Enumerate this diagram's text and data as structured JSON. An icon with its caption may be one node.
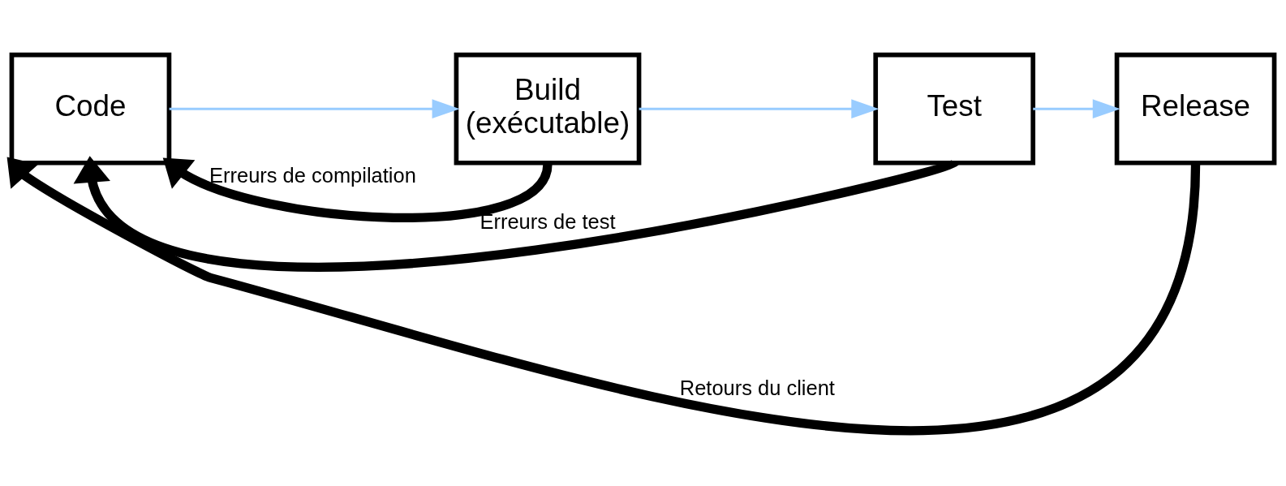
{
  "diagram": {
    "nodes": [
      {
        "text": [
          "Code"
        ]
      },
      {
        "text": [
          "Build",
          "(exécutable)"
        ]
      },
      {
        "text": [
          "Test"
        ]
      },
      {
        "text": [
          "Release"
        ]
      }
    ],
    "edges": [
      {
        "from": 0,
        "to": 1,
        "arrow": "to",
        "color": "#99ccff"
      },
      {
        "from": 1,
        "to": 2,
        "arrow": "to",
        "color": "#99ccff"
      },
      {
        "from": 2,
        "to": 3,
        "arrow": "to",
        "color": "#99ccff"
      },
      {
        "from": 1,
        "to": 0,
        "arrow": "to",
        "label": "Erreurs de compilation",
        "style": "thick",
        "color": "#000000"
      },
      {
        "from": 2,
        "to": 0,
        "arrow": "to",
        "label": "Erreurs de test",
        "style": "thick",
        "color": "#000000"
      },
      {
        "from": 3,
        "to": 0,
        "arrow": "to",
        "label": "Retours du client",
        "style": "thick",
        "color": "#000000"
      }
    ]
  }
}
